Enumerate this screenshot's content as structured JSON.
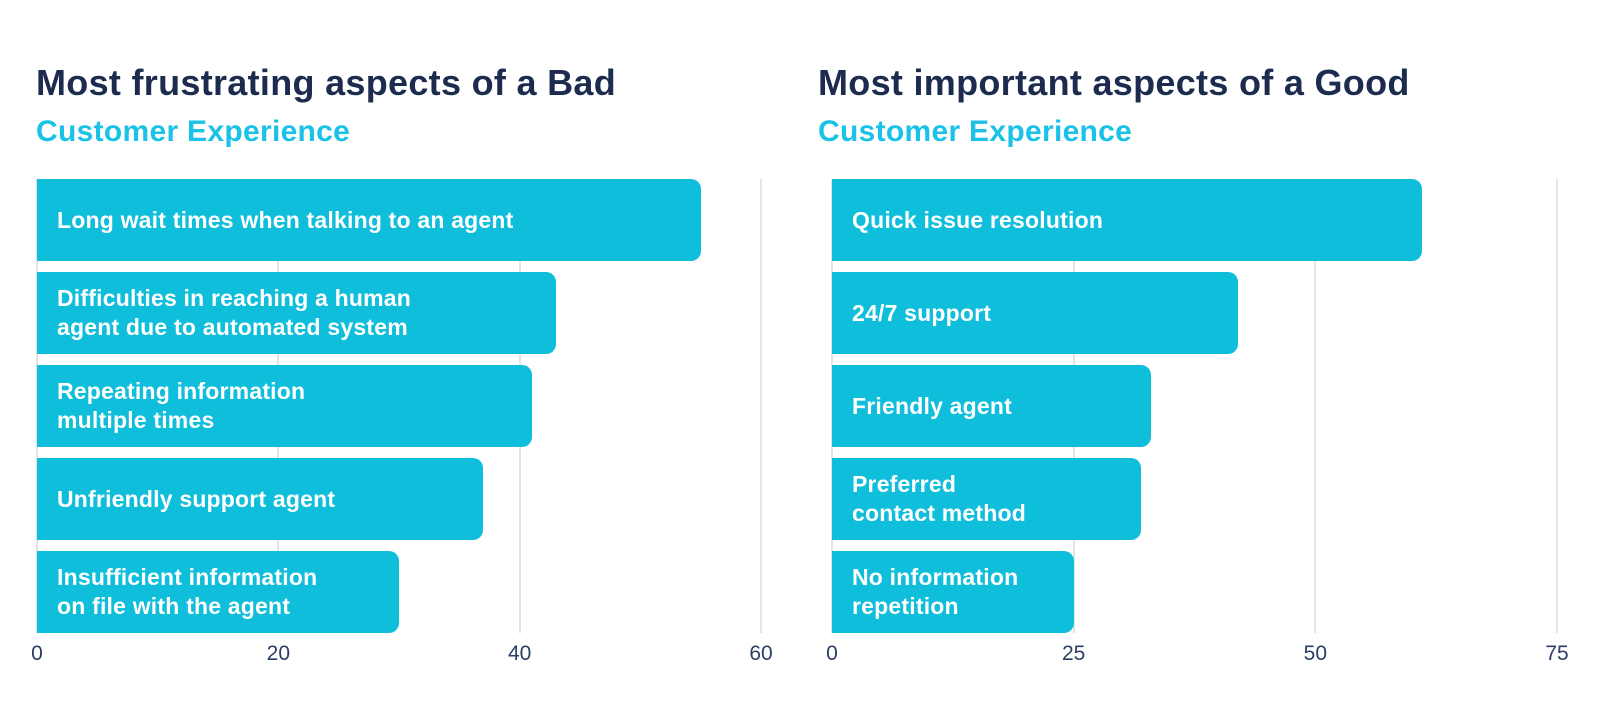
{
  "page": {
    "background_color": "#ffffff"
  },
  "colors": {
    "bar": "#0fbeda",
    "bar_label": "#ffffff",
    "title": "#1c2b4e",
    "accent": "#19c2e6",
    "tick_label": "#2c3e63",
    "gridline": "#e4e4e8"
  },
  "charts": [
    {
      "title": "Most frustrating aspects of a Bad",
      "subtitle": "Customer Experience"
    },
    {
      "title": "Most important aspects of a Good",
      "subtitle": "Customer Experience"
    }
  ],
  "chart_data": [
    {
      "type": "bar",
      "orientation": "horizontal",
      "title": "Most frustrating aspects of a Bad Customer Experience",
      "categories": [
        "Long wait times when talking to an agent",
        "Difficulties in reaching a human\nagent due to automated system",
        "Repeating information\nmultiple times",
        "Unfriendly support agent",
        "Insufficient information\non file with the agent"
      ],
      "values": [
        55,
        43,
        41,
        37,
        30
      ],
      "xlim": [
        0,
        60
      ],
      "xticks": [
        0,
        20,
        40,
        60
      ],
      "grid": true,
      "legend": false,
      "bar_label_position": "inside-left"
    },
    {
      "type": "bar",
      "orientation": "horizontal",
      "title": "Most important aspects of a Good Customer Experience",
      "categories": [
        "Quick issue resolution",
        "24/7 support",
        "Friendly agent",
        "Preferred\ncontact method",
        "No information\nrepetition"
      ],
      "values": [
        61,
        42,
        33,
        32,
        25
      ],
      "xlim": [
        0,
        75
      ],
      "xticks": [
        0,
        25,
        50,
        75
      ],
      "grid": true,
      "legend": false,
      "bar_label_position": "inside-left"
    }
  ]
}
